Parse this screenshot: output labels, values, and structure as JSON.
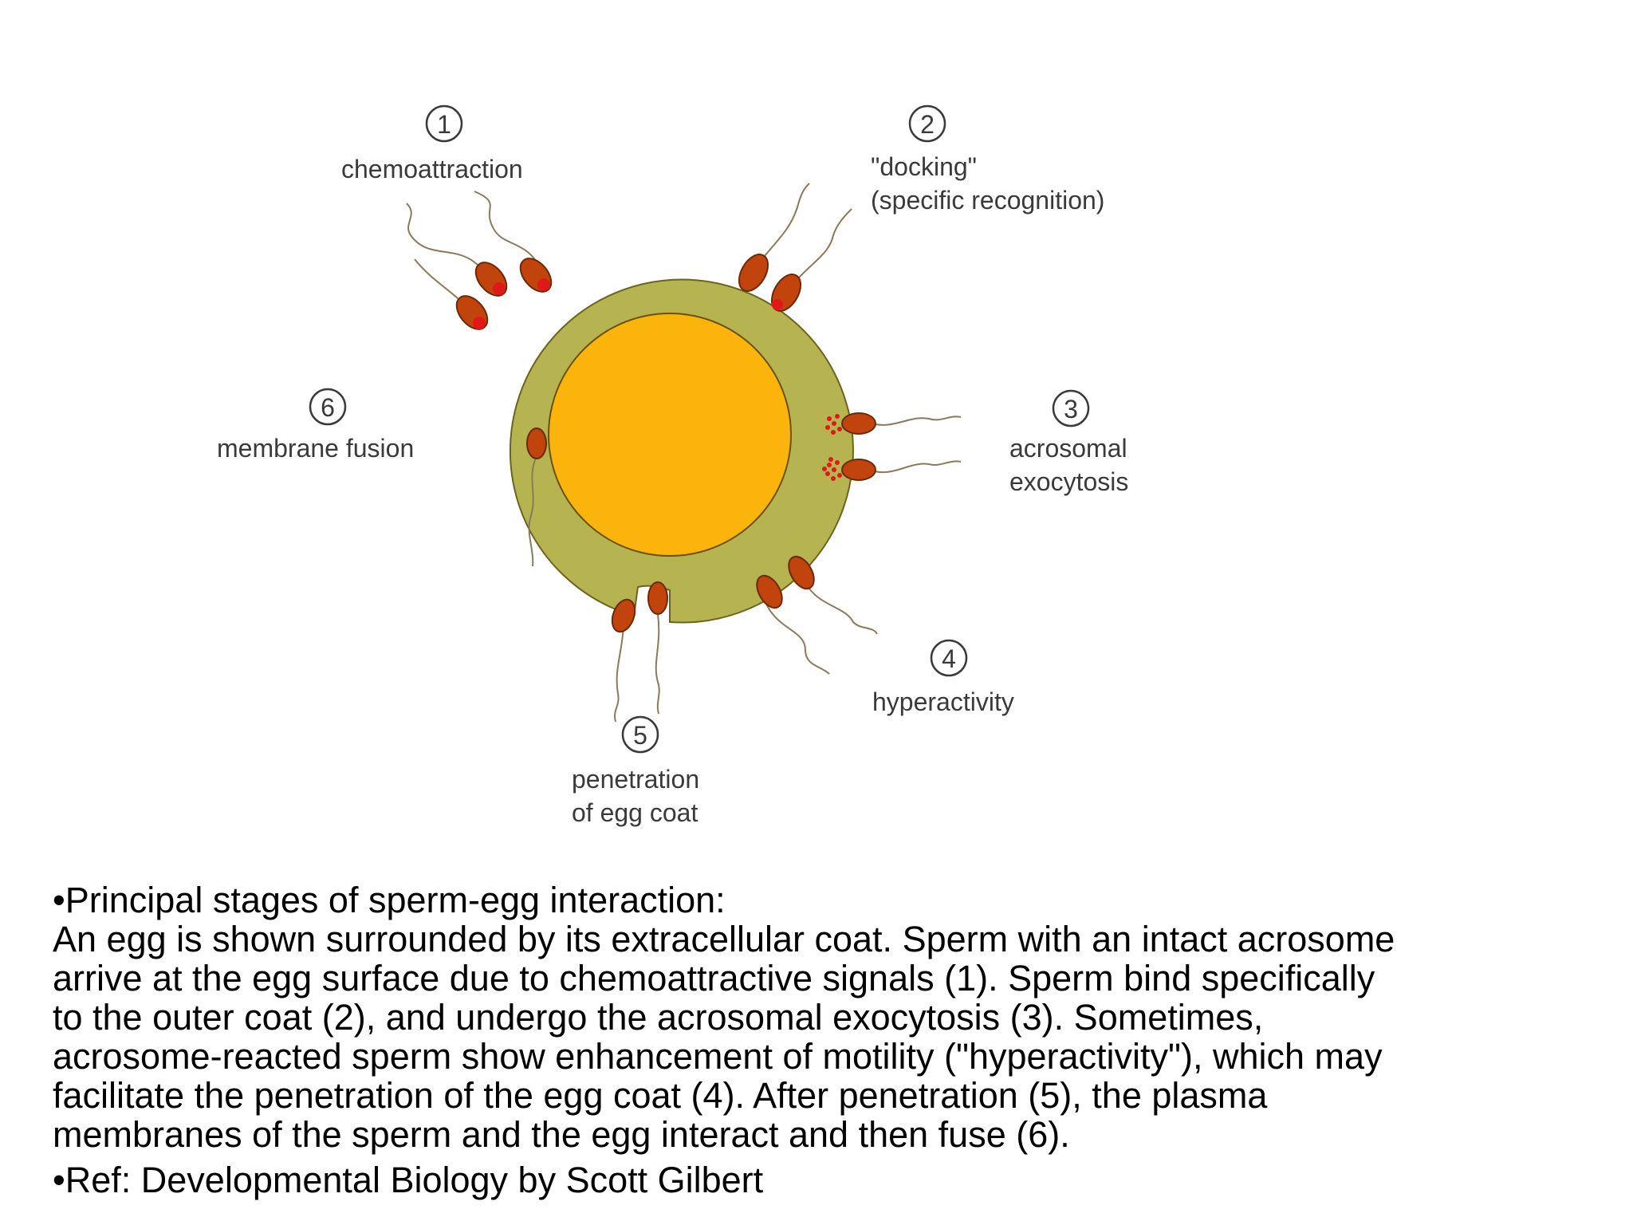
{
  "stages": [
    {
      "number": "1",
      "lines": [
        "chemoattraction"
      ]
    },
    {
      "number": "2",
      "lines": [
        "\"docking\"",
        "(specific recognition)"
      ]
    },
    {
      "number": "3",
      "lines": [
        "acrosomal",
        "exocytosis"
      ]
    },
    {
      "number": "4",
      "lines": [
        "hyperactivity"
      ]
    },
    {
      "number": "5",
      "lines": [
        "penetration",
        "of egg coat"
      ]
    },
    {
      "number": "6",
      "lines": [
        "membrane fusion"
      ]
    }
  ],
  "caption": {
    "heading": "•Principal stages of sperm-egg interaction:",
    "body_lines": [
      "An egg is shown surrounded by its extracellular coat. Sperm with an intact acrosome",
      "arrive at the egg surface due to chemoattractive signals (1). Sperm bind specifically",
      "to the outer coat (2), and undergo the acrosomal exocytosis (3). Sometimes,",
      "acrosome-reacted sperm show enhancement of motility (\"hyperactivity\"), which may",
      "facilitate the penetration of the egg coat (4). After penetration (5), the plasma",
      "membranes of the sperm and the egg interact and then fuse (6)."
    ],
    "reference": "•Ref: Developmental Biology by Scott Gilbert"
  },
  "colors": {
    "egg": "#fbb40c",
    "coat": "#b5b450",
    "sperm_head": "#c0440c",
    "acrosome": "#e01818"
  }
}
